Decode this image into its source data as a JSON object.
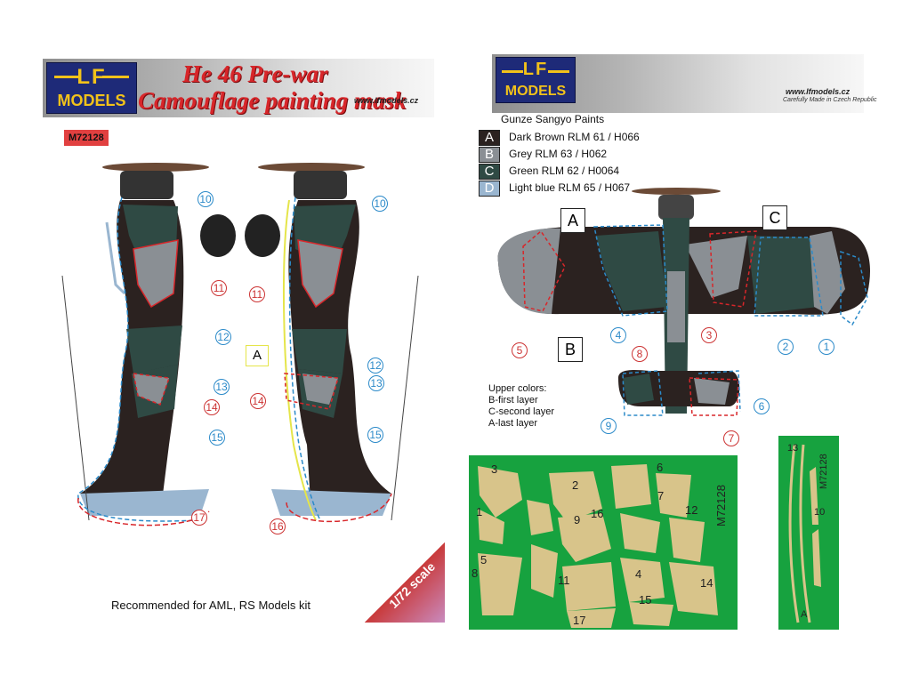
{
  "brand": {
    "logo_top": "LF",
    "logo_bottom": "MODELS",
    "url": "www.lfmodels.cz",
    "tagline": "Carefully Made in Czech Republic"
  },
  "title": {
    "line1": "He 46 Pre-war",
    "line2": "Camouflage painting mask"
  },
  "product_code": "M72128",
  "paints": {
    "heading": "Gunze Sangyo Paints",
    "items": [
      {
        "key": "A",
        "label": "Dark Brown RLM 61 / H066",
        "color": "#2b2220"
      },
      {
        "key": "B",
        "label": "Grey RLM 63 / H062",
        "color": "#8a8f94"
      },
      {
        "key": "C",
        "label": "Green RLM 62 / H0064",
        "color": "#2f4a44"
      },
      {
        "key": "D",
        "label": "Light blue RLM 65 / H067",
        "color": "#9ab6d0"
      }
    ]
  },
  "upper_colors": {
    "line1": "Upper colors:",
    "line2": "B-first layer",
    "line3": "C-second layer",
    "line4": "A-last layer"
  },
  "recommended": "Recommended for AML, RS Models  kit",
  "scale": "1/72 scale",
  "callouts": {
    "c10": "10",
    "c11": "11",
    "c12": "12",
    "c13": "13",
    "c14": "14",
    "c15": "15",
    "c16": "16",
    "c17": "17",
    "c1": "1",
    "c2": "2",
    "c3": "3",
    "c4": "4",
    "c5": "5",
    "c6": "6",
    "c7": "7",
    "c8": "8",
    "c9": "9",
    "lA": "A",
    "lB": "B",
    "lC": "C"
  },
  "mask_sheet": {
    "code": "M72128",
    "numbers": [
      "3",
      "2",
      "6",
      "7",
      "1",
      "9",
      "16",
      "12",
      "5",
      "8",
      "11",
      "4",
      "14",
      "15",
      "17"
    ]
  },
  "strip_sheet": {
    "code": "M72128",
    "numbers": [
      "13",
      "10",
      "A"
    ]
  },
  "colors": {
    "brown": "#2b2220",
    "green": "#2f4a44",
    "grey": "#8a8f94",
    "light": "#9ab6d0",
    "mask_green": "#17a23f",
    "mask_tan": "#d8c48a",
    "red": "#d8262a",
    "blue": "#2b8ac9"
  }
}
